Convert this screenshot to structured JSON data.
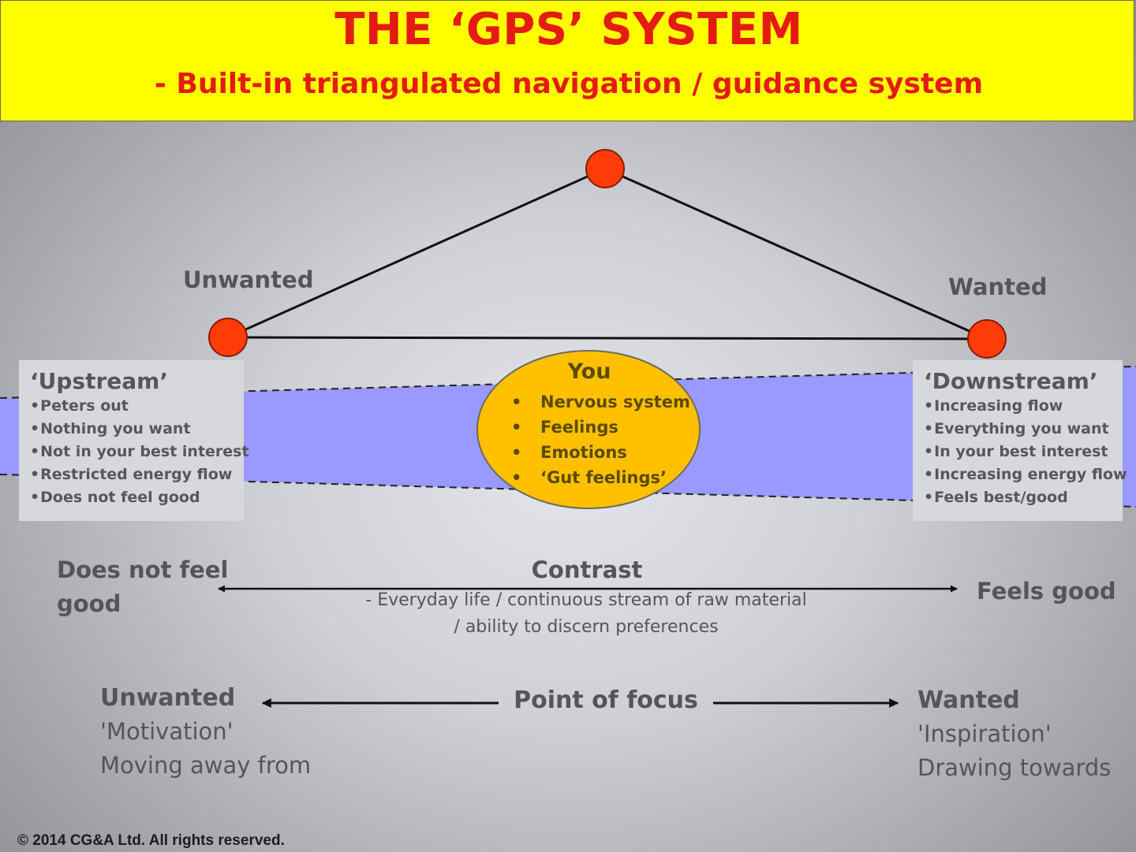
{
  "header": {
    "title": "THE ‘GPS’ SYSTEM",
    "subtitle": "- Built-in triangulated navigation / guidance system"
  },
  "triangle": {
    "left_label": "Unwanted",
    "right_label": "Wanted"
  },
  "upstream": {
    "title": "‘Upstream’",
    "items": [
      "Peters out",
      "Nothing you want",
      "Not in your best interest",
      "Restricted energy flow",
      "Does not feel good"
    ]
  },
  "downstream": {
    "title": "‘Downstream’",
    "items": [
      "Increasing flow",
      "Everything you want",
      "In your best interest",
      "Increasing energy flow",
      "Feels best/good"
    ]
  },
  "you": {
    "title": "You",
    "items": [
      "Nervous system",
      "Feelings",
      "Emotions",
      "‘Gut feelings’"
    ]
  },
  "contrast": {
    "left_line1": "Does not feel",
    "left_line2": "good",
    "center_title": "Contrast",
    "center_line1": "- Everyday life / continuous stream of raw material",
    "center_line2": "/ ability to discern preferences",
    "right": "Feels good"
  },
  "focus": {
    "center": "Point of focus",
    "left_title": "Unwanted",
    "left_line1": "'Motivation'",
    "left_line2": "Moving away from",
    "right_title": "Wanted",
    "right_line1": "'Inspiration'",
    "right_line2": "Drawing towards"
  },
  "footer": {
    "copyright": "© 2014  CG&A Ltd. All rights reserved."
  },
  "colors": {
    "title_red": "#e41b14",
    "header_yellow": "#ffff00",
    "node_red": "#ff3c0a",
    "stream_blue": "#9999ff",
    "you_yellow": "#ffc000",
    "text_gray": "#555558"
  }
}
